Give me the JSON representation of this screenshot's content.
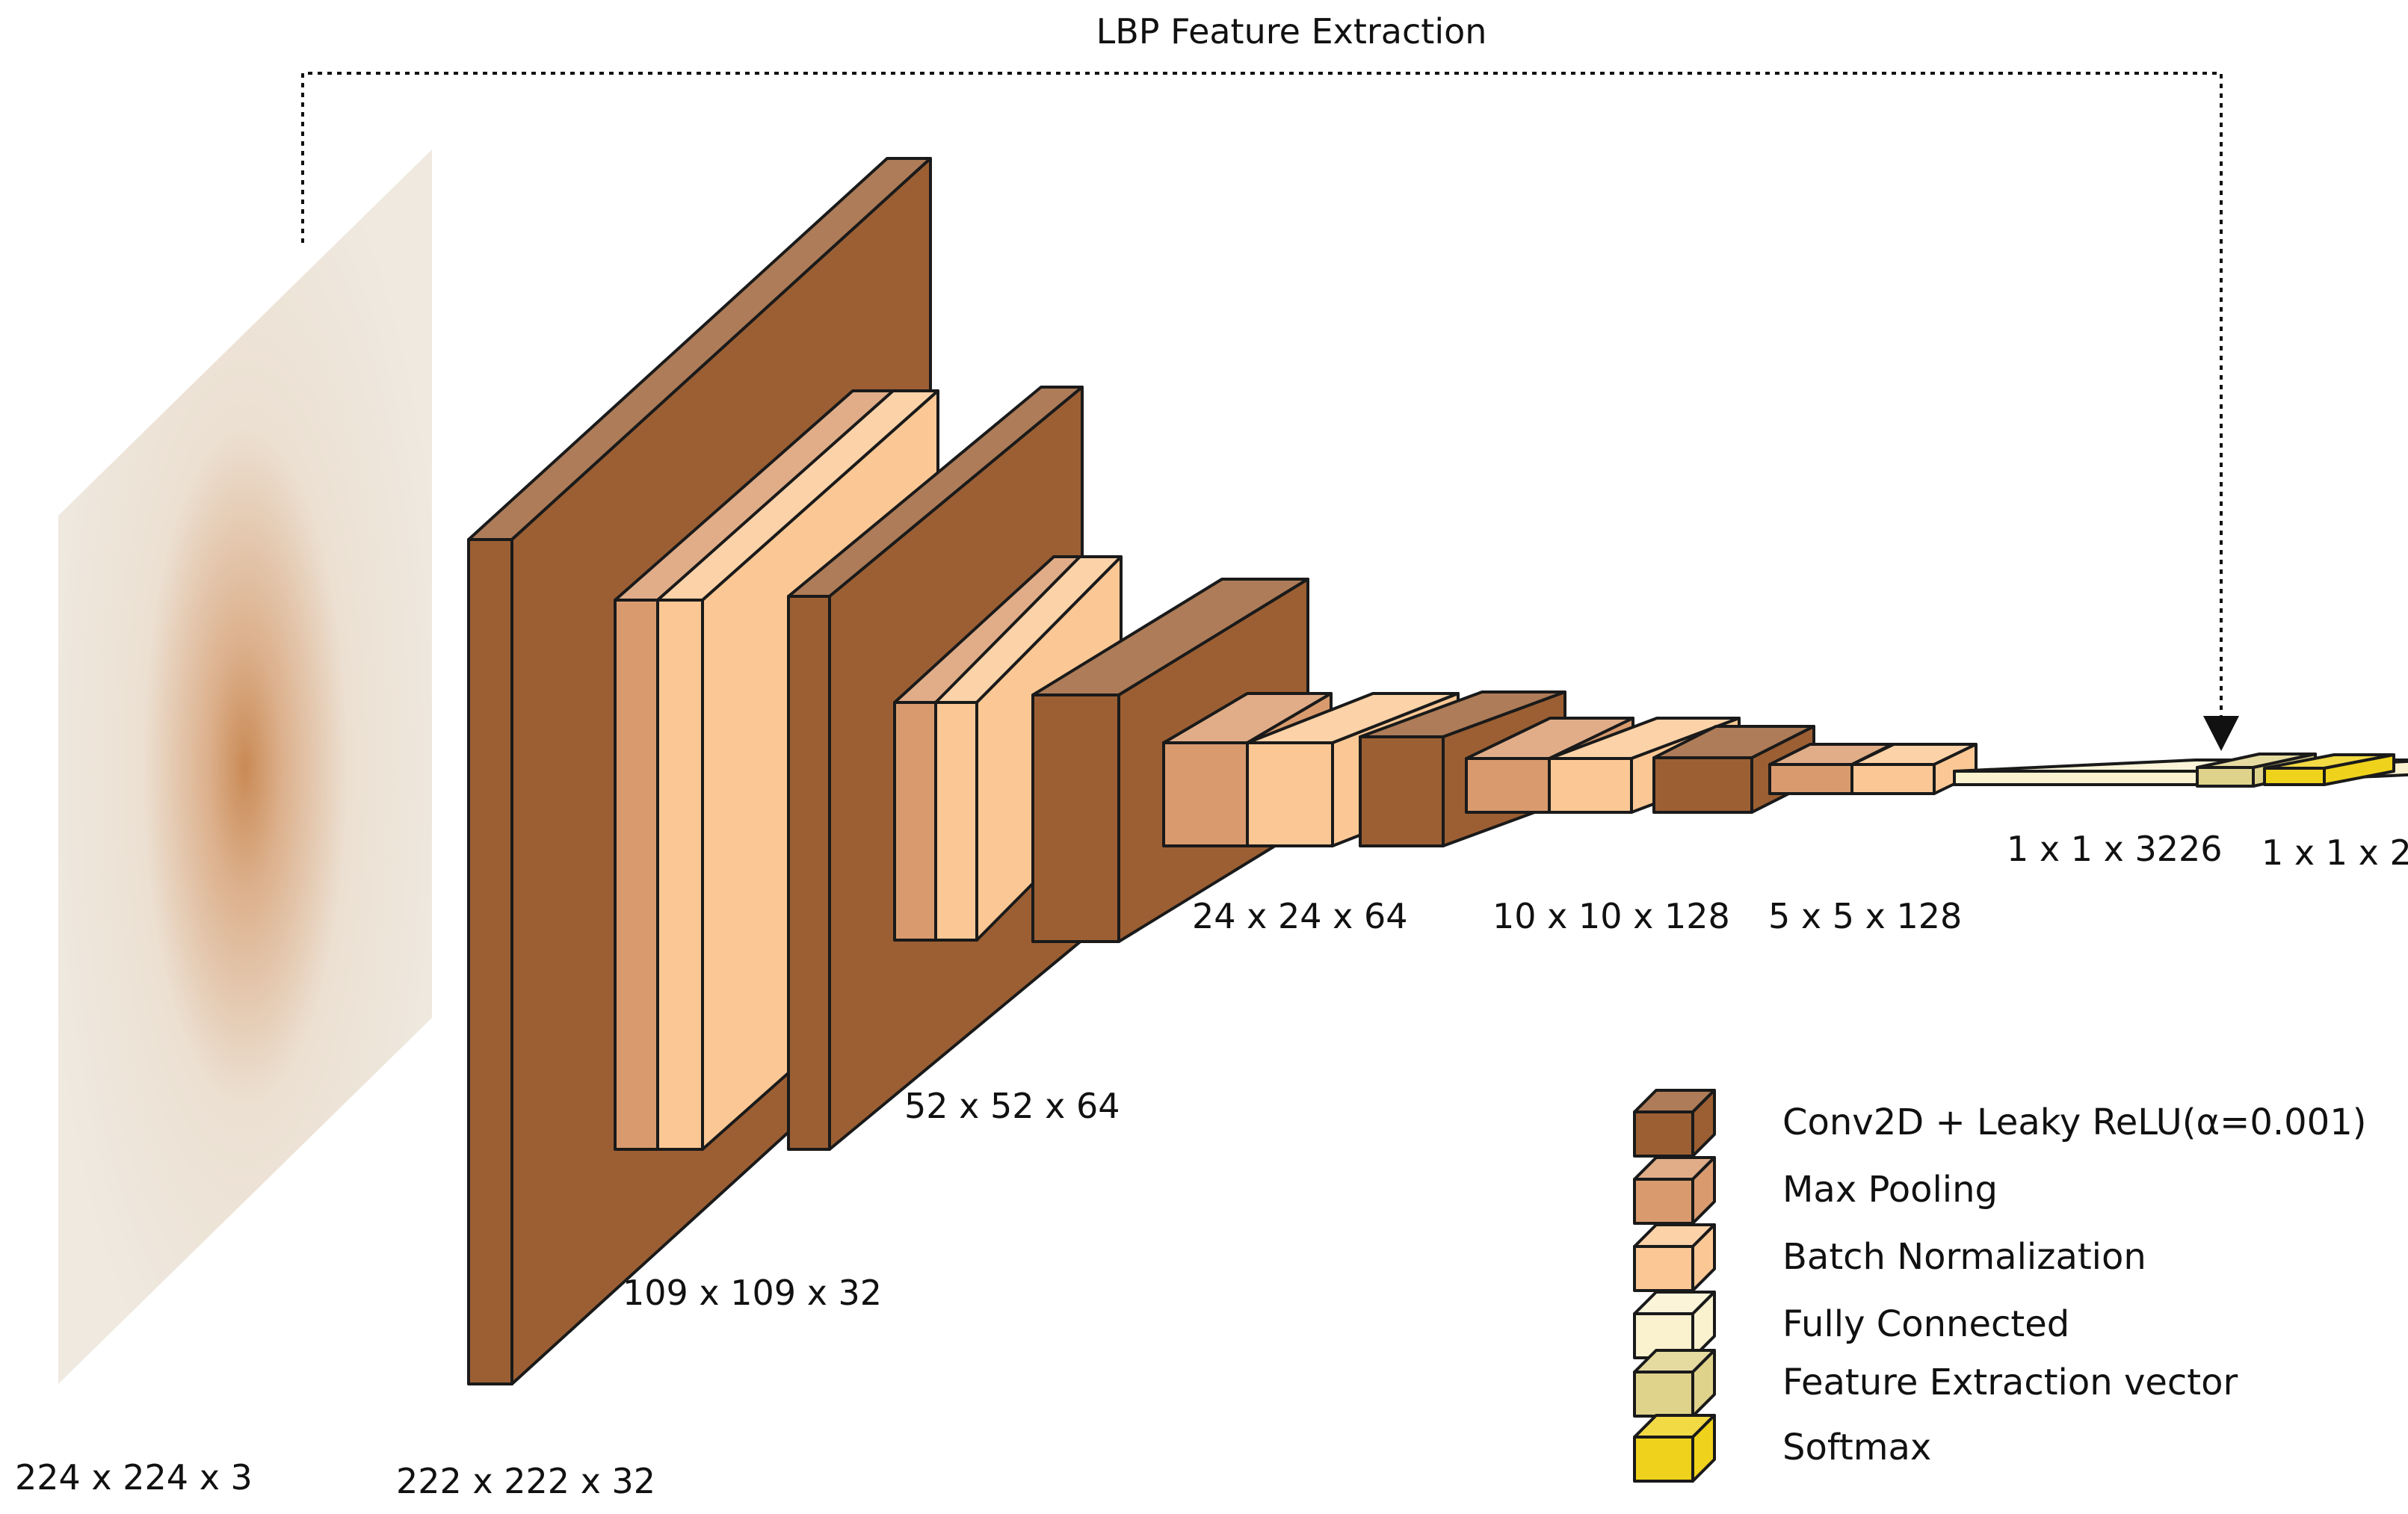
{
  "title": "LBP Feature Extraction",
  "colors": {
    "conv": "#9c5f33",
    "maxpool": "#d99b6e",
    "batchnorm": "#fbc895",
    "fully_connected": "#faf1cf",
    "feature_vector": "#dfd38c",
    "softmax": "#efd21c",
    "input_image": "#efe7dc",
    "outline": "#1a1a1a"
  },
  "input_label": "224 x 224 x 3",
  "dimension_labels": [
    "222 x 222 x 32",
    "109 x 109 x 32",
    "52 x 52 x 64",
    "24 x 24 x 64",
    "10 x 10 x 128",
    "5 x 5 x 128",
    "1 x 1 x 3226",
    "1 x 1 x 2"
  ],
  "legend": [
    {
      "label": "Conv2D + Leaky ReLU(α=0.001)",
      "type": "conv"
    },
    {
      "label": "Max Pooling",
      "type": "maxpool"
    },
    {
      "label": "Batch Normalization",
      "type": "batchnorm"
    },
    {
      "label": "Fully Connected",
      "type": "fully_connected"
    },
    {
      "label": "Feature Extraction vector",
      "type": "feature_vector"
    },
    {
      "label": "Softmax",
      "type": "softmax"
    }
  ]
}
